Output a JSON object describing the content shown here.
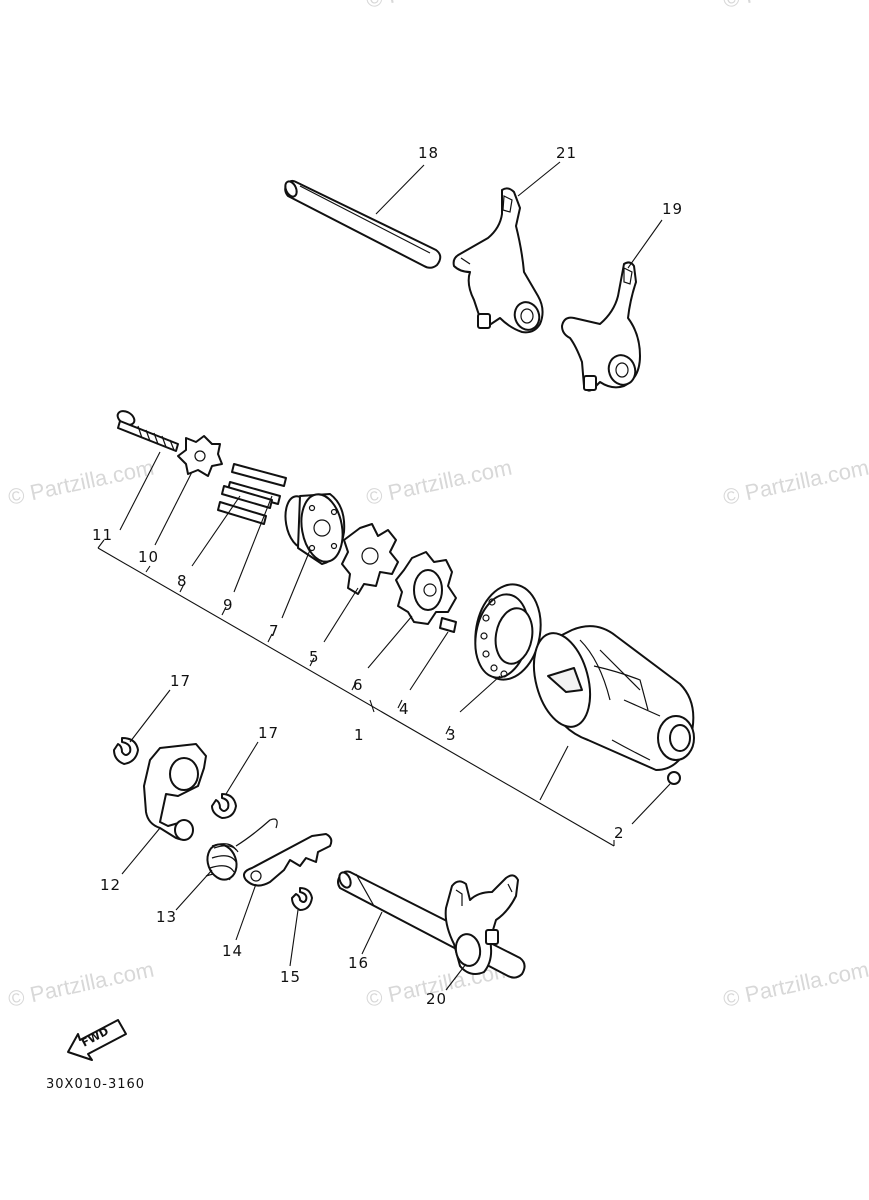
{
  "watermark": "© Partzilla.com",
  "diagram_code": "30X010-3160",
  "fwd_label": "FWD",
  "callouts": {
    "p1": "1",
    "p2": "2",
    "p3": "3",
    "p4": "4",
    "p5": "5",
    "p6": "6",
    "p7": "7",
    "p8": "8",
    "p9": "9",
    "p10": "10",
    "p11": "11",
    "p12": "12",
    "p13": "13",
    "p14": "14",
    "p15": "15",
    "p16": "16",
    "p17a": "17",
    "p17b": "17",
    "p18": "18",
    "p19": "19",
    "p20": "20",
    "p21": "21"
  }
}
